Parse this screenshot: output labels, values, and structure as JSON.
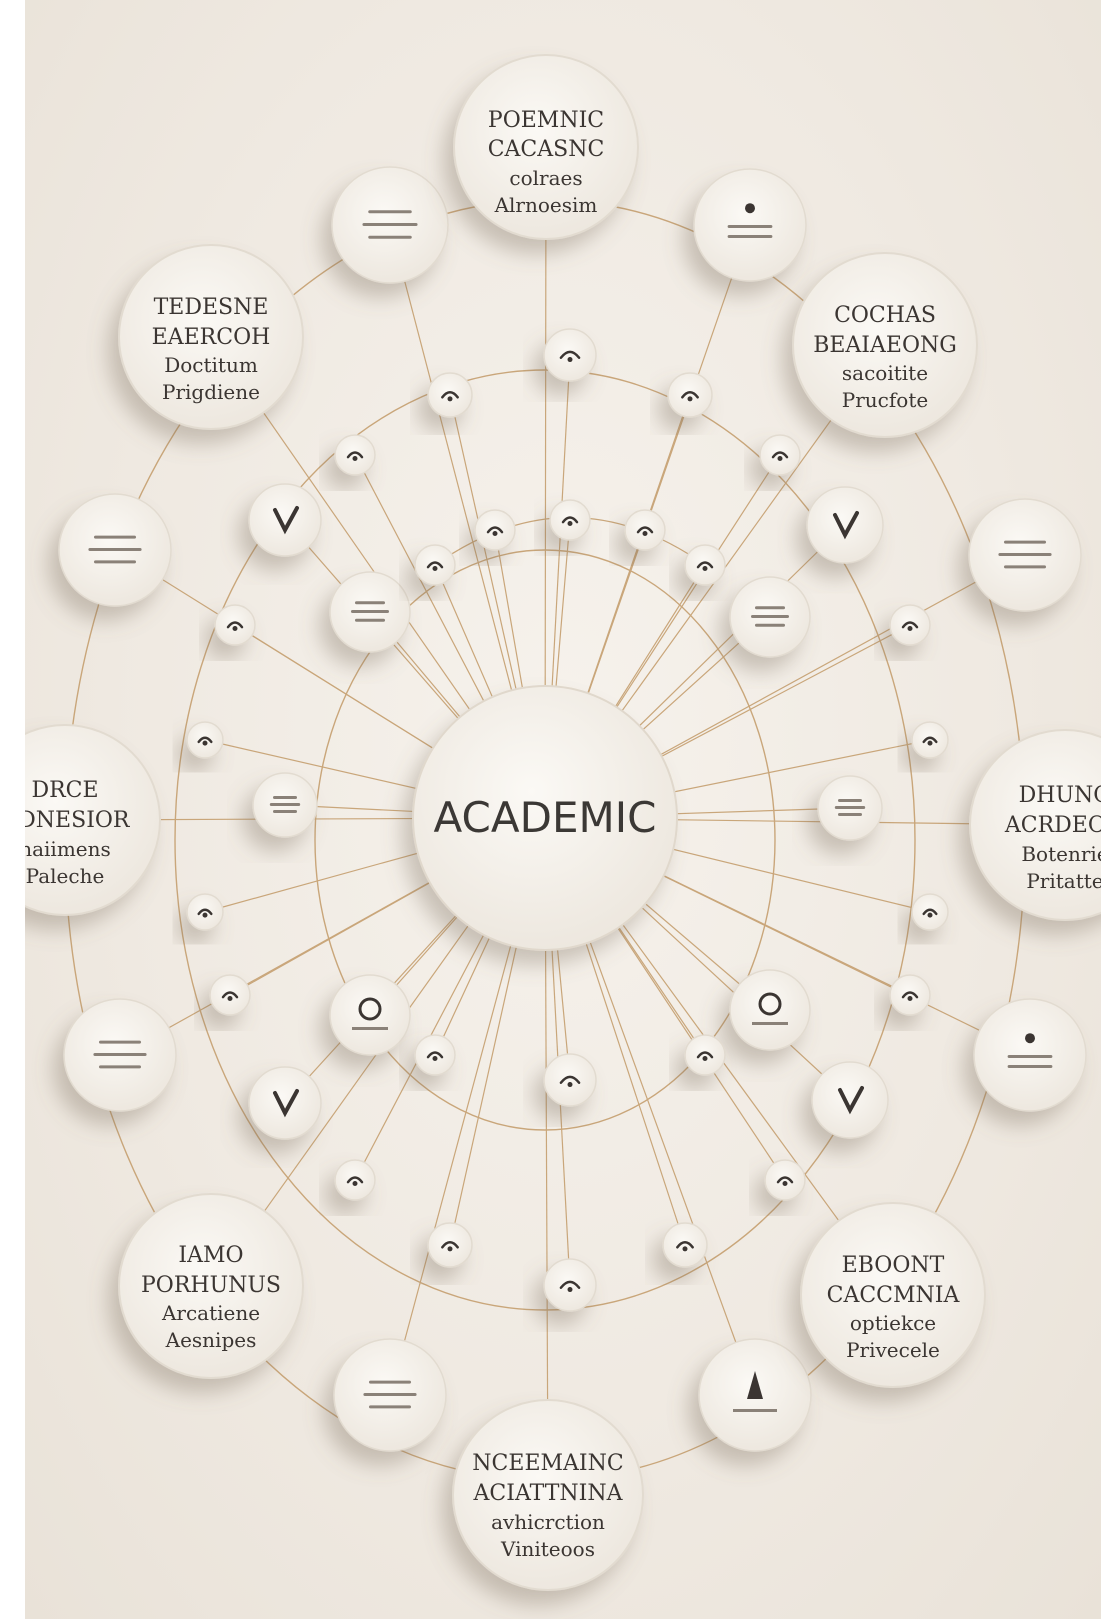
{
  "center": {
    "label": "ACADEMIC"
  },
  "nodes": {
    "top": [
      "POEMNIC",
      "CACASNC",
      "colraes",
      "Alrnoesim"
    ],
    "upper_left": [
      "TEDESNE",
      "EAERCOH",
      "Doctitum",
      "Prigdiene"
    ],
    "upper_right": [
      "COCHAS",
      "BEAIAEONG",
      "sacoitite",
      "Prucfote"
    ],
    "mid_left": [
      "DRCE",
      "DDNESIOR",
      "naiimens",
      "Paleche"
    ],
    "mid_right": [
      "DHUNO",
      "ACRDEON",
      "Botenrie",
      "Pritatte"
    ],
    "lower_left": [
      "IAMO",
      "PORHUNUS",
      "Arcatiene",
      "Aesnipes"
    ],
    "lower_right": [
      "EBOONT",
      "CACCMNIA",
      "optiekce",
      "Privecele"
    ],
    "bottom": [
      "NCEEMAINC",
      "ACIATTNINA",
      "avhicrction",
      "Viniteoos"
    ]
  },
  "colors": {
    "background": "#efe9e1",
    "node_fill": "#f7f4ef",
    "line": "#c9a67a",
    "text": "#3a3632"
  }
}
